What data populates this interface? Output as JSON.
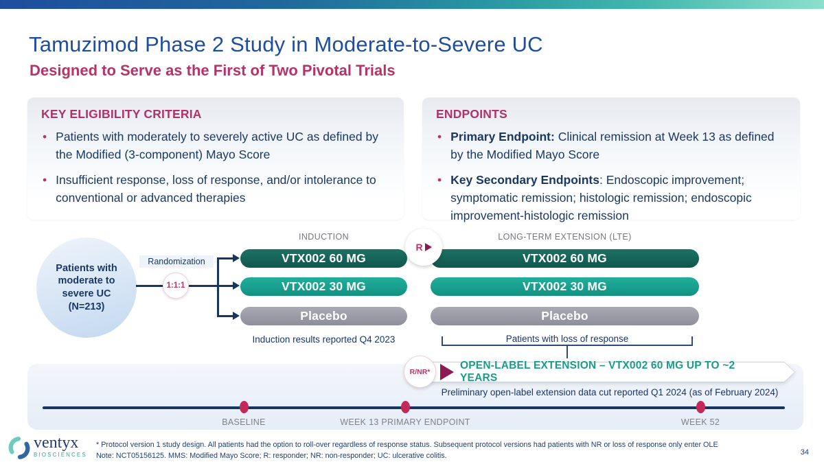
{
  "slide": {
    "title": "Tamuzimod Phase 2 Study in Moderate-to-Severe UC",
    "subtitle": "Designed to Serve as the First of Two Pivotal Trials",
    "page_number": "34"
  },
  "glyphs": {
    "bullet": "•"
  },
  "eligibility_card": {
    "heading": "KEY ELIGIBILITY CRITERIA",
    "bullets": [
      "Patients with moderately to severely active UC as defined by the Modified (3-component) Mayo Score",
      "Insufficient response, loss of response, and/or intolerance to conventional or advanced therapies"
    ]
  },
  "endpoints_card": {
    "heading": "ENDPOINTS",
    "bullets": [
      {
        "lead": "Primary Endpoint:",
        "rest": " Clinical remission at Week 13 as defined by the Modified Mayo Score"
      },
      {
        "lead": "Key Secondary Endpoints",
        "rest": ": Endoscopic improvement; symptomatic remission; histologic remission; endoscopic improvement-histologic remission"
      }
    ]
  },
  "diagram": {
    "population": {
      "line1": "Patients with",
      "line2": "moderate to",
      "line3": "severe UC",
      "line4": "(N=213)"
    },
    "randomization_label": "Randomization",
    "ratio_label": "1:1:1",
    "induction_label": "INDUCTION",
    "lte_label": "LONG-TERM EXTENSION (LTE)",
    "responder_label": "R",
    "rnr_label": "R/NR*",
    "arms": [
      "VTX002 60 MG",
      "VTX002 30 MG",
      "Placebo"
    ],
    "induction_note": "Induction results reported Q4 2023",
    "loss_of_response_label": "Patients with loss of response",
    "ole_banner_label": "OPEN-LABEL EXTENSION – VTX002 60 MG UP TO ~2 YEARS",
    "ole_note": "Preliminary open-label extension data cut reported Q1 2024 (as of February 2024)",
    "timeline_labels": [
      "BASELINE",
      "WEEK 13 PRIMARY ENDPOINT",
      "WEEK 52"
    ]
  },
  "footer": {
    "logo_name": "ventyx",
    "logo_subtext": "BIOSCIENCES",
    "footnote_line1": "* Protocol version 1 study design. All patients had the option to roll-over regardless of response status. Subsequent protocol versions had patients with NR or loss of response only enter OLE",
    "footnote_line2": "Note: NCT05156125. MMS: Modified Mayo Score; R: responder; NR: non-responder; UC: ulcerative colitis."
  },
  "colors": {
    "title_navy": "#1F4E9E",
    "subtitle_magenta": "#B53368",
    "body_navy": "#1A3863",
    "arm_teal_dark": "#14675C",
    "arm_teal": "#17A390",
    "arm_placebo_gray": "#9698A6",
    "connector_navy": "#16355F",
    "timeline_dot_crimson": "#C22A5A",
    "ole_teal": "#1A9C8B",
    "badge_magenta": "#C03366"
  }
}
